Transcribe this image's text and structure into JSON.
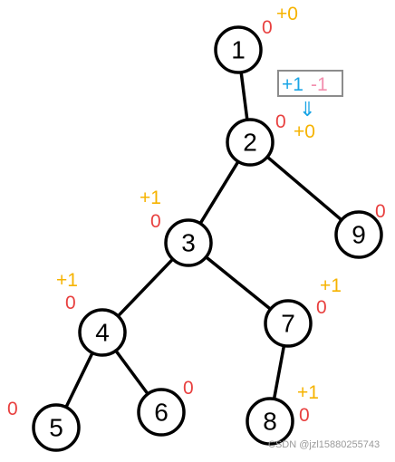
{
  "nodes": [
    {
      "id": "1",
      "label": "1"
    },
    {
      "id": "2",
      "label": "2"
    },
    {
      "id": "3",
      "label": "3"
    },
    {
      "id": "9",
      "label": "9"
    },
    {
      "id": "4",
      "label": "4"
    },
    {
      "id": "7",
      "label": "7"
    },
    {
      "id": "5",
      "label": "5"
    },
    {
      "id": "6",
      "label": "6"
    },
    {
      "id": "8",
      "label": "8"
    }
  ],
  "edges": [
    {
      "from": "1",
      "to": "2"
    },
    {
      "from": "2",
      "to": "3"
    },
    {
      "from": "2",
      "to": "9"
    },
    {
      "from": "3",
      "to": "4"
    },
    {
      "from": "3",
      "to": "7"
    },
    {
      "from": "4",
      "to": "5"
    },
    {
      "from": "4",
      "to": "6"
    },
    {
      "from": "7",
      "to": "8"
    }
  ],
  "annotations": {
    "n1_red": "0",
    "n1_yellow": "+0",
    "n2_red": "0",
    "n2_yellow": "+0",
    "n3_yellow": "+1",
    "n3_red": "0",
    "n9_red": "0",
    "n4_yellow": "+1",
    "n4_red": "0",
    "n7_yellow": "+1",
    "n7_red": "0",
    "n5_red": "0",
    "n6_red": "0",
    "n8_yellow": "+1",
    "n8_red": "0"
  },
  "update_box": {
    "plus": "+1",
    "minus": "-1",
    "arrow": "⇓"
  },
  "colors": {
    "red": "#e8403f",
    "yellow": "#f6b300",
    "blue": "#1aa5e6",
    "pink": "#f28fae",
    "box_border": "#8c8c8c"
  },
  "watermark": "CSDN @jzl15880255743"
}
